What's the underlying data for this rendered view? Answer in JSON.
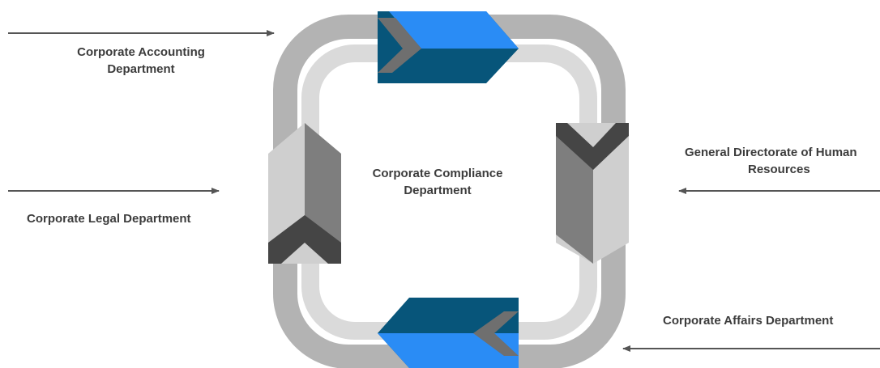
{
  "center": {
    "line1": "Corporate Compliance",
    "line2": "Department"
  },
  "labels": {
    "accounting": {
      "line1": "Corporate Accounting",
      "line2": "Department"
    },
    "legal": {
      "text": "Corporate Legal Department"
    },
    "hr": {
      "line1": "General Directorate of Human",
      "line2": "Resources"
    },
    "affairs": {
      "text": "Corporate Affairs Department"
    }
  },
  "colors": {
    "outer_ring": "#b3b3b3",
    "inner_ring": "#dadada",
    "accent_light": "#2a8cf5",
    "accent_dark": "#07557a",
    "chevron_gray": "#6f6f6f",
    "chevron_dark": "#454545",
    "arrow": "#555555",
    "text": "#3c3c3c"
  }
}
